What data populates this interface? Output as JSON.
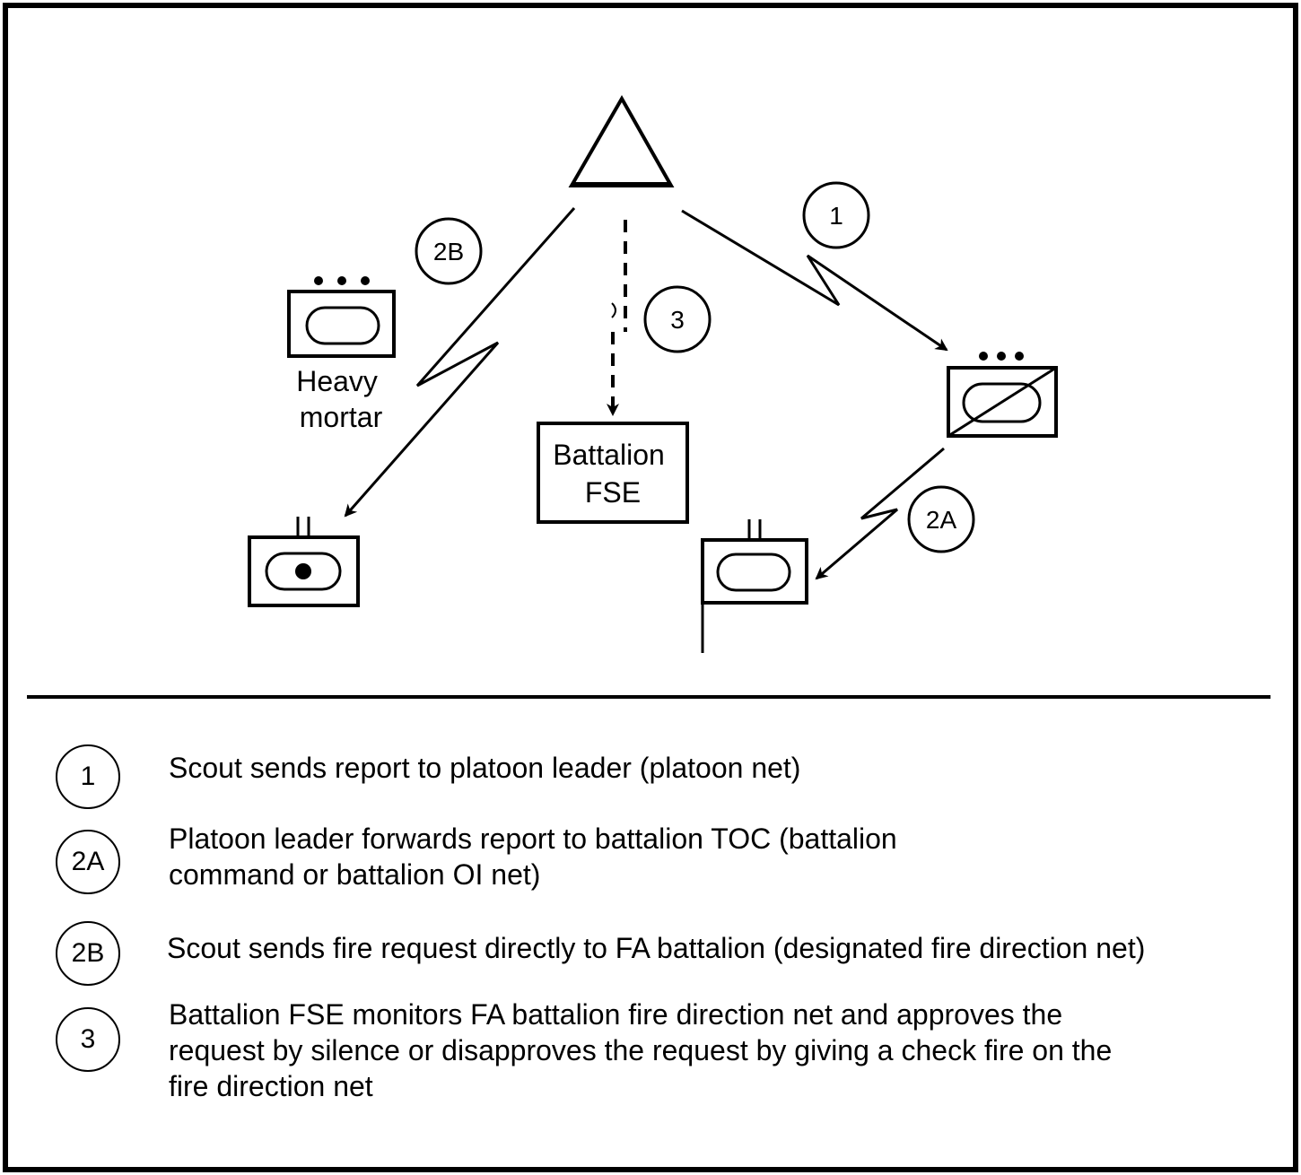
{
  "diagram": {
    "nodes": {
      "heavy_mortar_label": "Heavy\nmortar",
      "battalion_fse_label": "Battalion\nFSE"
    },
    "callouts": {
      "c1": "1",
      "c2a": "2A",
      "c2b": "2B",
      "c3": "3"
    }
  },
  "legend": [
    {
      "marker": "1",
      "text": "Scout sends report to platoon leader (platoon net)"
    },
    {
      "marker": "2A",
      "text": "Platoon leader forwards report to battalion TOC (battalion\ncommand or battalion OI net)"
    },
    {
      "marker": "2B",
      "text": "Scout sends fire request directly to FA battalion (designated fire direction net)"
    },
    {
      "marker": "3",
      "text": "Battalion FSE monitors FA battalion fire direction net and approves the\nrequest by silence or disapproves the request by giving a check fire on the\nfire direction net"
    }
  ]
}
